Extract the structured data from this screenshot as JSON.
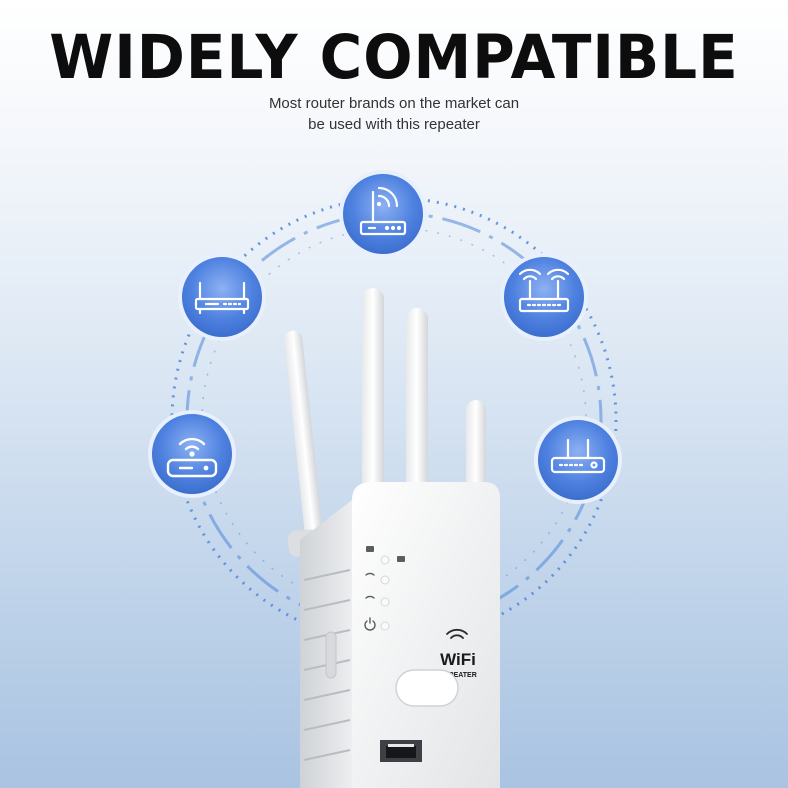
{
  "headline": "WIDELY COMPATIBLE",
  "subline": [
    "Most router brands on the market can",
    "be used with this repeater"
  ],
  "device": {
    "logo_text": "WiFi",
    "logo_subtext": "REPEATER"
  },
  "icons": [
    "router-antenna-signal-icon",
    "router-two-antenna-icon",
    "router-single-antenna-icon",
    "router-flat-icon",
    "router-wifi-signal-icon"
  ],
  "colors": {
    "ring": "#4f86d9",
    "badge": "#5b8de4",
    "badge_light": "#e3ecfb",
    "icon_stroke": "#ffffff",
    "device": "#f3f3f3"
  }
}
